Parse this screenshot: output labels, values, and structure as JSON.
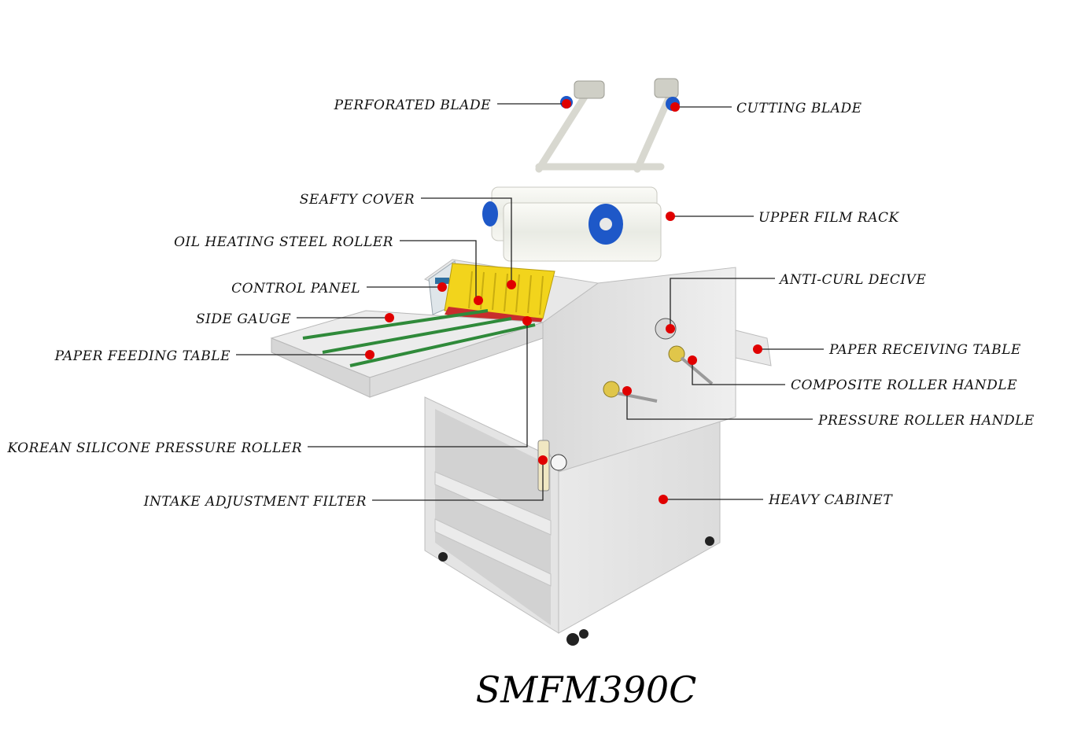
{
  "model_name": "SMFM390C",
  "colors": {
    "marker": "#e00000",
    "body": "#e6e6e6",
    "cover": "#f2d41c",
    "belt": "#2f8a3a",
    "knob": "#1e58c8"
  },
  "labels": {
    "perforated_blade": "PERFORATED BLADE",
    "cutting_blade": "CUTTING BLADE",
    "seafty_cover": "SEAFTY COVER",
    "upper_film_rack": "UPPER FILM RACK",
    "oil_heating_steel_roller": "OIL HEATING STEEL ROLLER",
    "control_panel": "CONTROL PANEL",
    "anti_curl_decive": "ANTI-CURL DECIVE",
    "side_gauge": "SIDE GAUGE",
    "paper_receiving_table": "PAPER RECEIVING TABLE",
    "paper_feeding_table": "PAPER FEEDING TABLE",
    "composite_roller_handle": "COMPOSITE ROLLER HANDLE",
    "pressure_roller_handle": "PRESSURE ROLLER HANDLE",
    "korean_silicone_pressure_roller": "KOREAN SILICONE PRESSURE ROLLER",
    "intake_adjustment_filter": "INTAKE ADJUSTMENT FILTER",
    "heavy_cabinet": "HEAVY CABINET"
  }
}
